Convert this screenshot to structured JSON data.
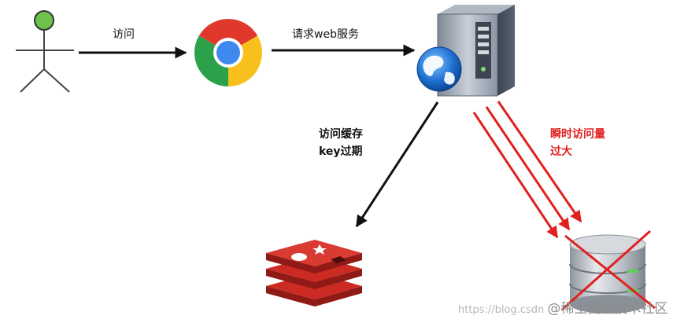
{
  "labels": {
    "visit": "访问",
    "request_web_service": "请求web服务",
    "cache_expired_line1": "访问缓存",
    "cache_expired_line2": "key过期",
    "burst_line1": "瞬时访问量",
    "burst_line2": "过大"
  },
  "nodes": {
    "user": "user-stick-figure",
    "browser": "chrome-browser-icon",
    "server": "web-server-icon",
    "cache": "redis-icon",
    "database": "database-icon"
  },
  "watermark": {
    "url": "https://blog.csdn",
    "brand": "@稀土掘金技术社区"
  },
  "colors": {
    "arrow": "#111111",
    "alert": "#e02020",
    "redis": "#cc2b24",
    "user_head": "#6cc24a"
  }
}
